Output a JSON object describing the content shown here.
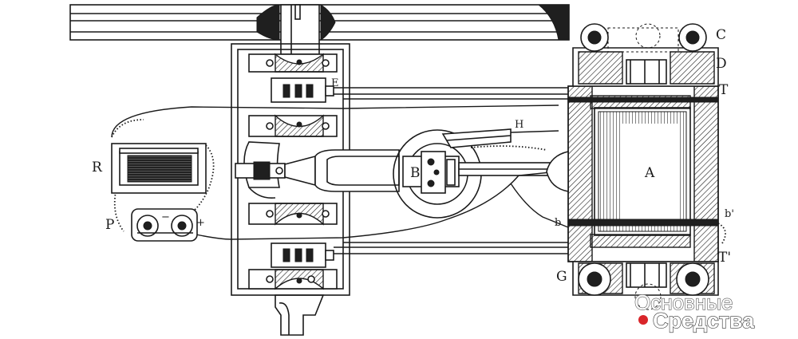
{
  "labels": {
    "A": "A",
    "B": "B",
    "C": "C",
    "D": "D",
    "E": "E",
    "H": "H",
    "T": "T",
    "T2": "T'",
    "G": "G",
    "R": "R",
    "P": "P",
    "b": "b",
    "b2": "b'",
    "plus": "+",
    "minus": "−"
  },
  "watermark": {
    "line1": "Основные",
    "line2": "Средства",
    "dot_color": "#d9252a"
  }
}
